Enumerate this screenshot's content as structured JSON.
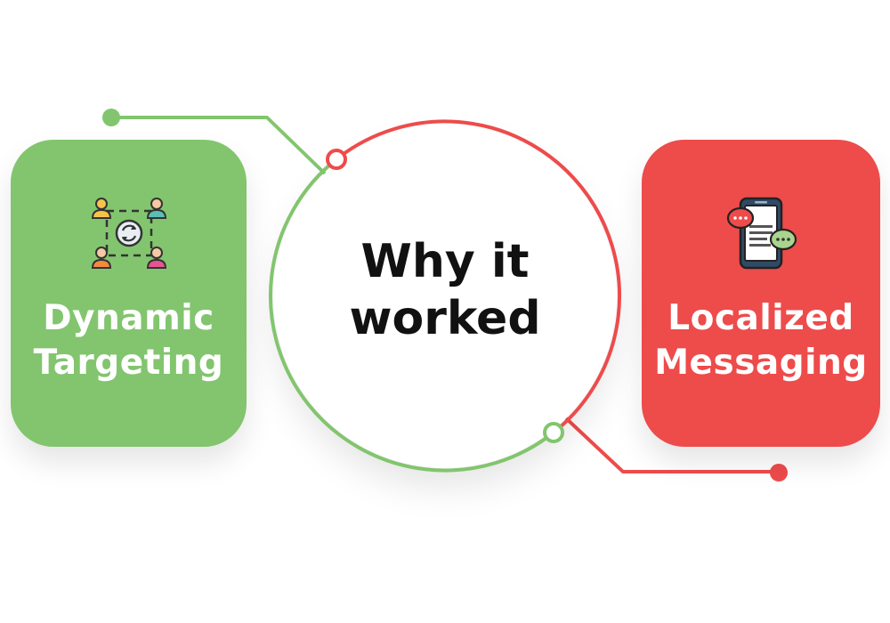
{
  "center": {
    "line1": "Why it",
    "line2": "worked"
  },
  "left_card": {
    "line1": "Dynamic",
    "line2": "Targeting",
    "icon": "network-people-icon",
    "color": "#82c56e"
  },
  "right_card": {
    "line1": "Localized",
    "line2": "Messaging",
    "icon": "smartphone-chat-icon",
    "color": "#ee4b4b"
  },
  "colors": {
    "green": "#82c56e",
    "red": "#ee4b4b",
    "text": "#111111"
  }
}
